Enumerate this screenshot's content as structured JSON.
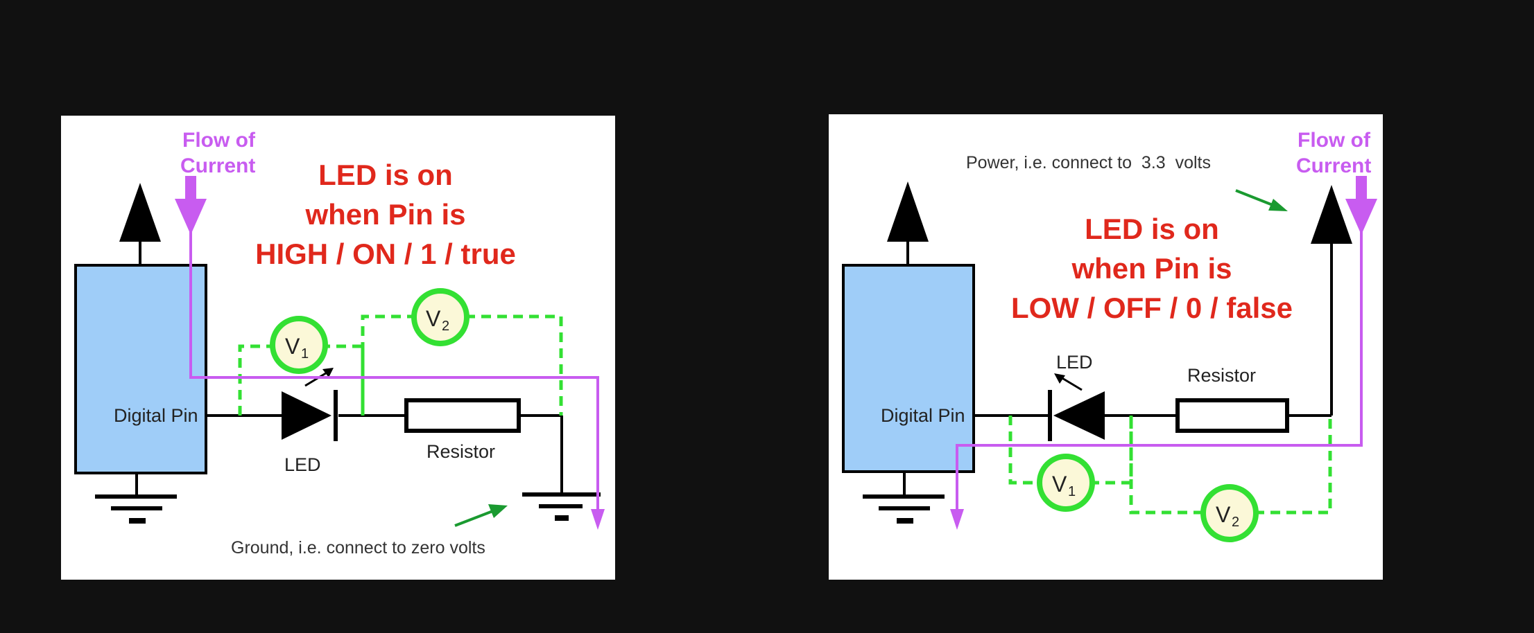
{
  "left_panel": {
    "flow_label": [
      "Flow of",
      "Current"
    ],
    "headline": [
      "LED is on",
      "when Pin is",
      "HIGH / ON / 1 / true"
    ],
    "digital_pin_label": "Digital Pin",
    "led_label": "LED",
    "resistor_label": "Resistor",
    "ground_note": "Ground, i.e. connect to zero volts",
    "voltmeter_1": {
      "main": "V",
      "sub": "1"
    },
    "voltmeter_2": {
      "main": "V",
      "sub": "2"
    }
  },
  "right_panel": {
    "flow_label": [
      "Flow of",
      "Current"
    ],
    "headline": [
      "LED is on",
      "when Pin is",
      "LOW / OFF / 0 / false"
    ],
    "power_note": "Power, i.e. connect to  3.3  volts",
    "digital_pin_label": "Digital Pin",
    "led_label": "LED",
    "resistor_label": "Resistor",
    "voltmeter_1": {
      "main": "V",
      "sub": "1"
    },
    "voltmeter_2": {
      "main": "V",
      "sub": "2"
    }
  },
  "colors": {
    "background": "#111111",
    "panel": "#ffffff",
    "pin_body": "#9fcdf8",
    "flow_arrow": "#c85cf0",
    "headline_text": "#e0281c",
    "voltmeter_ring": "#33e033",
    "voltmeter_fill": "#fbf8d8",
    "note_arrow": "#1a9a30"
  },
  "icons": [
    "power-supply-icon",
    "ground-icon",
    "led-diode-icon",
    "resistor-icon",
    "voltmeter-icon",
    "flow-arrow-icon",
    "pointer-arrow-icon"
  ]
}
